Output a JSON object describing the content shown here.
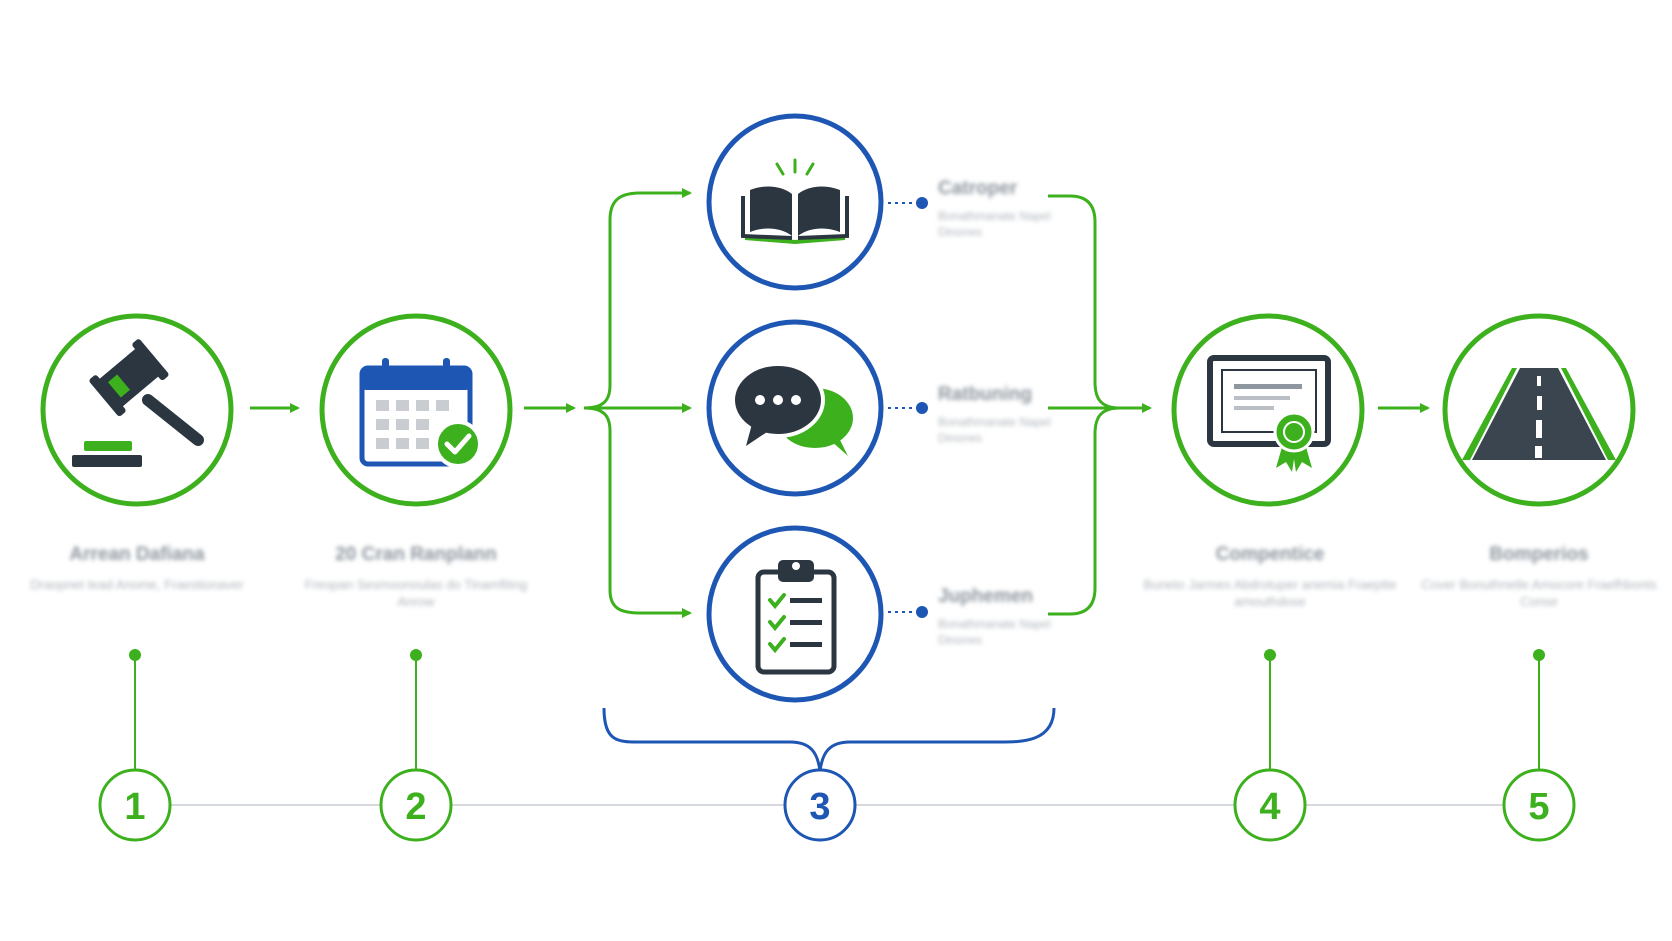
{
  "colors": {
    "green": "#3db01e",
    "blue": "#1e56b4",
    "dark": "#2b3640",
    "timeline": "#d6dadf"
  },
  "stages": [
    {
      "number": "1",
      "icon": "gavel-icon",
      "title": "Arrean Dafiana",
      "description": "Draopnet tead Anome, Fraestionaver"
    },
    {
      "number": "2",
      "icon": "calendar-check-icon",
      "title": "20 Cran Ranplann",
      "description": "Freopan Sesmoonoulas do Tinamfiting Anrow"
    },
    {
      "number": "3",
      "branches": [
        {
          "icon": "open-book-icon",
          "title": "Catroper",
          "description": "Bonathmanate Napel Dinones"
        },
        {
          "icon": "chat-bubbles-icon",
          "title": "Ratbuning",
          "description": "Bonathmanate Napel Dinones"
        },
        {
          "icon": "clipboard-checklist-icon",
          "title": "Juphemen",
          "description": "Bonathmanate Napel Dinones"
        }
      ]
    },
    {
      "number": "4",
      "icon": "certificate-icon",
      "title": "Compentice",
      "description": "Buneto Jarmes Abdrotuper anemia Fraeptte amouthdose"
    },
    {
      "number": "5",
      "icon": "road-icon",
      "title": "Bomperios",
      "description": "Cover Bonuthnetle Amocore Fraefhbonts Conse"
    }
  ]
}
